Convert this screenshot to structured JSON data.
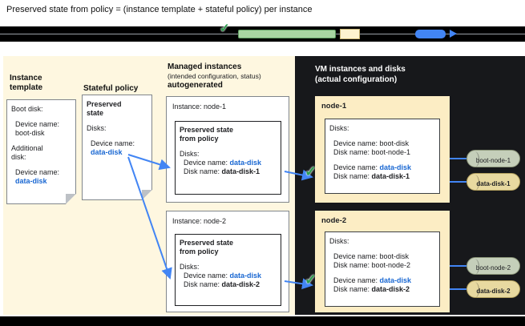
{
  "title": "Preserved state from policy = (instance template + stateful policy) per instance",
  "icons": {
    "check": "✓"
  },
  "colors": {
    "panel_left_bg": "#fef7e0",
    "panel_right_bg": "#17181b",
    "node_box_bg": "#fcedc4",
    "accent_blue": "#1967d2",
    "arrow_blue": "#4285f4",
    "check_green": "#2e9e4f",
    "boot_disk_fill": "#c5cfba",
    "data_disk_fill": "#e8d9a0"
  },
  "instance_template": {
    "label": "Instance\ntemplate",
    "boot_heading": "Boot disk:",
    "boot_device_label": "Device name:",
    "boot_device_value": "boot-disk",
    "additional_heading": "Additional\ndisk:",
    "additional_device_label": "Device name:",
    "additional_device_value": "data-disk"
  },
  "stateful_policy": {
    "label": "Stateful policy",
    "heading": "Preserved\nstate",
    "disks_heading": "Disks:",
    "device_label": "Device name:",
    "device_value": "data-disk"
  },
  "managed_instances": {
    "heading_bold": "Managed instances",
    "heading_sub": "(intended configuration, status)",
    "heading_bold2": "autogenerated",
    "instances": [
      {
        "title": "Instance: node-1",
        "preserved_heading": "Preserved state\nfrom policy",
        "disks_heading": "Disks:",
        "device_label": "Device name: ",
        "device_value": "data-disk",
        "disk_label": "Disk name: ",
        "disk_value": "data-disk-1"
      },
      {
        "title": "Instance: node-2",
        "preserved_heading": "Preserved state\nfrom policy",
        "disks_heading": "Disks:",
        "device_label": "Device name: ",
        "device_value": "data-disk",
        "disk_label": "Disk name: ",
        "disk_value": "data-disk-2"
      }
    ]
  },
  "vm_panel": {
    "heading": "VM instances and disks\n(actual configuration)",
    "nodes": [
      {
        "title": "node-1",
        "disks_heading": "Disks:",
        "boot_device_label": "Device name: ",
        "boot_device_value": "boot-disk",
        "boot_disk_label": "Disk name: ",
        "boot_disk_value": "boot-node-1",
        "data_device_label": "Device name: ",
        "data_device_value": "data-disk",
        "data_disk_label": "Disk name: ",
        "data_disk_value": "data-disk-1",
        "boot_cylinder": "boot-node-1",
        "data_cylinder": "data-disk-1"
      },
      {
        "title": "node-2",
        "disks_heading": "Disks:",
        "boot_device_label": "Device name: ",
        "boot_device_value": "boot-disk",
        "boot_disk_label": "Disk name: ",
        "boot_disk_value": "boot-node-2",
        "data_device_label": "Device name: ",
        "data_device_value": "data-disk",
        "data_disk_label": "Disk name: ",
        "data_disk_value": "data-disk-2",
        "boot_cylinder": "boot-node-2",
        "data_cylinder": "data-disk-2"
      }
    ]
  }
}
